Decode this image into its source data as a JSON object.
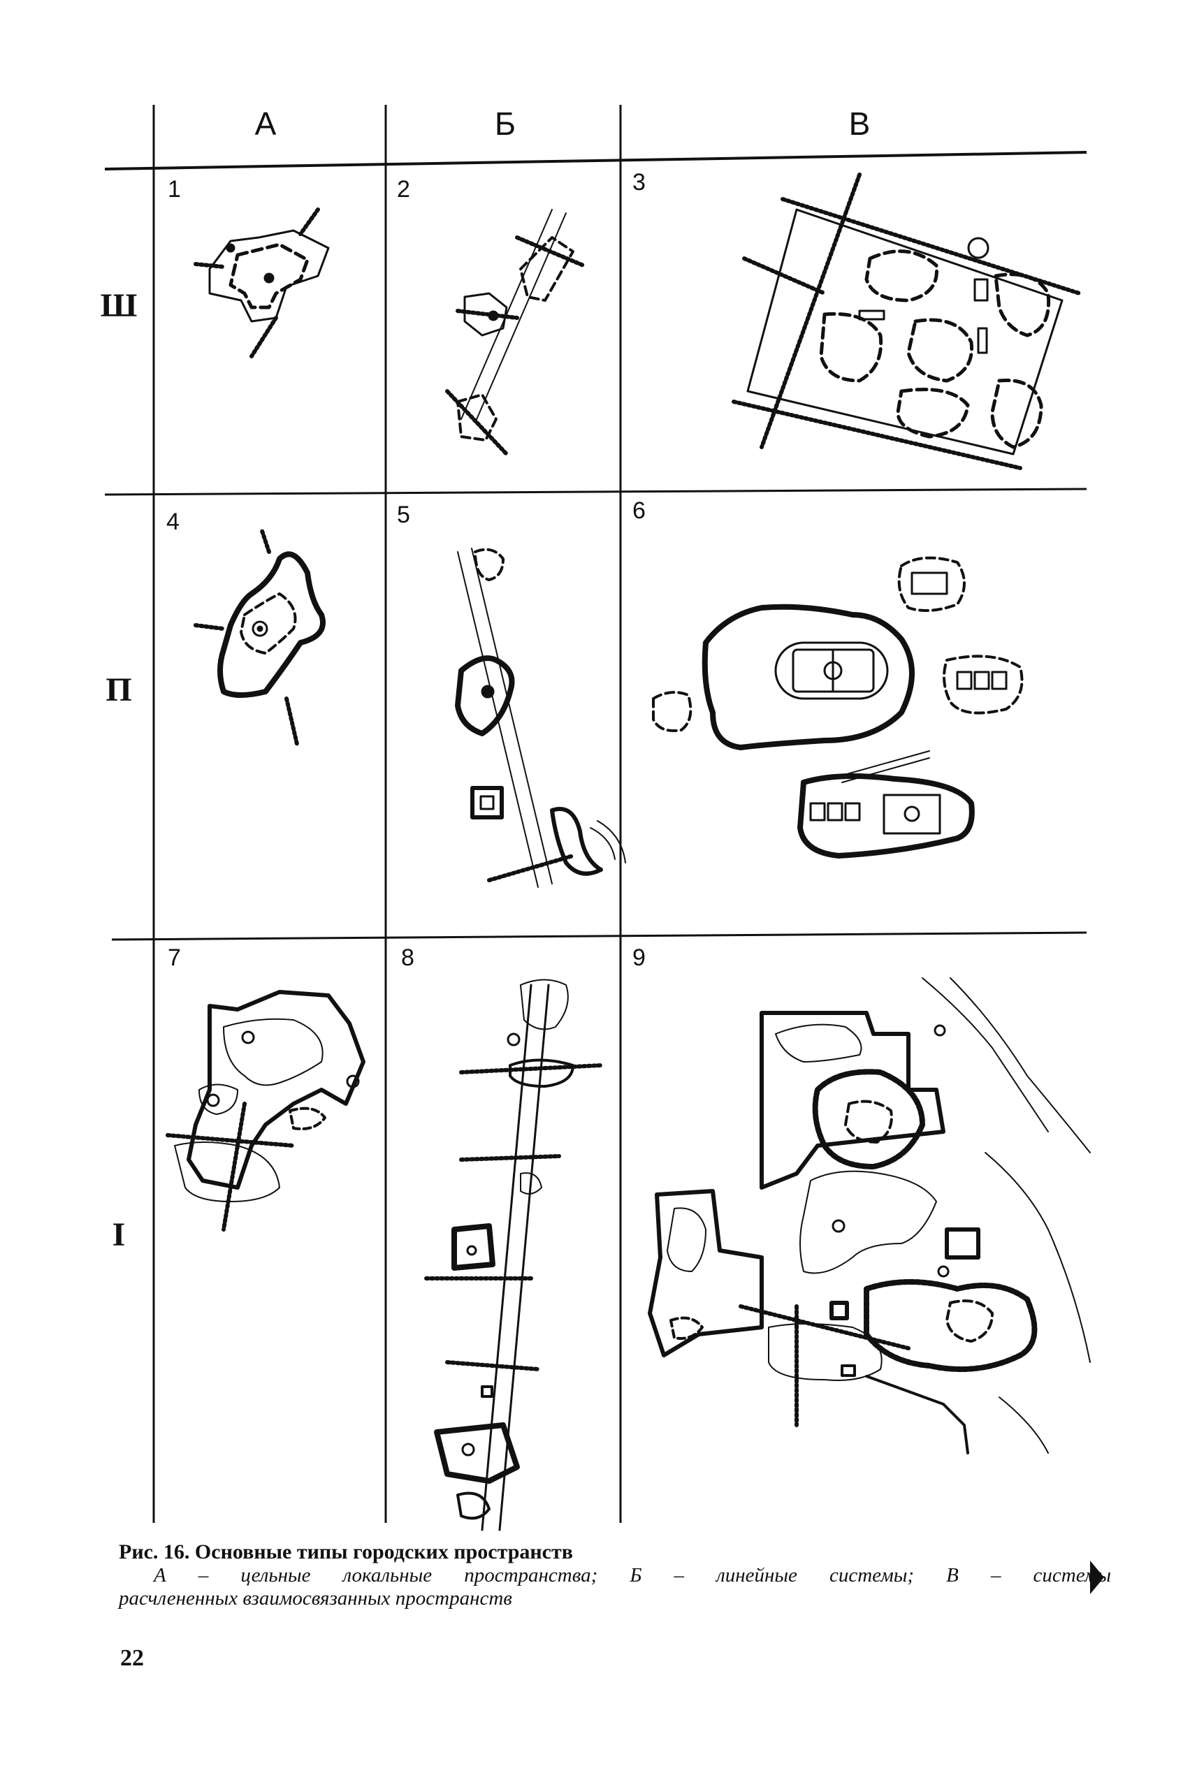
{
  "figure": {
    "columns": [
      {
        "label": "А"
      },
      {
        "label": "Б"
      },
      {
        "label": "В"
      }
    ],
    "rows": [
      {
        "label": "Ш",
        "cells": [
          "1",
          "2",
          "3"
        ]
      },
      {
        "label": "П",
        "cells": [
          "4",
          "5",
          "6"
        ]
      },
      {
        "label": "I",
        "cells": [
          "7",
          "8",
          "9"
        ]
      }
    ]
  },
  "caption": {
    "title": "Рис. 16. Основные типы городских пространств",
    "line1": "А – цельные локальные пространства; Б – линейные системы; В – системы",
    "line2": "расчлененных взаимосвязанных пространств"
  },
  "page_number": "22"
}
